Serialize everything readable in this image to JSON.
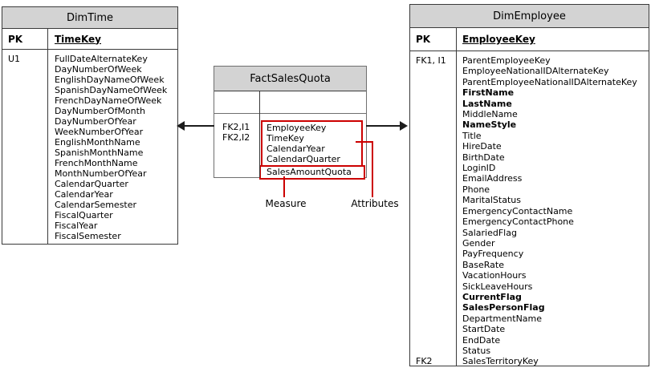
{
  "colors": {
    "header_bg": "#d3d3d3",
    "highlight_red": "#cc0000",
    "table_border": "#3a3a3a",
    "arrow": "#1c1c1c"
  },
  "tables": {
    "dimTime": {
      "title": "DimTime",
      "pk_label": "PK",
      "pk_field": "TimeKey",
      "rows": [
        {
          "k": "U1",
          "name": "FullDateAlternateKey"
        },
        {
          "k": "",
          "name": "DayNumberOfWeek"
        },
        {
          "k": "",
          "name": "EnglishDayNameOfWeek"
        },
        {
          "k": "",
          "name": "SpanishDayNameOfWeek"
        },
        {
          "k": "",
          "name": "FrenchDayNameOfWeek"
        },
        {
          "k": "",
          "name": "DayNumberOfMonth"
        },
        {
          "k": "",
          "name": "DayNumberOfYear"
        },
        {
          "k": "",
          "name": "WeekNumberOfYear"
        },
        {
          "k": "",
          "name": "EnglishMonthName"
        },
        {
          "k": "",
          "name": "SpanishMonthName"
        },
        {
          "k": "",
          "name": "FrenchMonthName"
        },
        {
          "k": "",
          "name": "MonthNumberOfYear"
        },
        {
          "k": "",
          "name": "CalendarQuarter"
        },
        {
          "k": "",
          "name": "CalendarYear"
        },
        {
          "k": "",
          "name": "CalendarSemester"
        },
        {
          "k": "",
          "name": "FiscalQuarter"
        },
        {
          "k": "",
          "name": "FiscalYear"
        },
        {
          "k": "",
          "name": "FiscalSemester"
        }
      ]
    },
    "factSalesQuota": {
      "title": "FactSalesQuota",
      "key_labels": [
        "FK2,I1",
        "FK2,I2"
      ],
      "attribute_fields": [
        "EmployeeKey",
        "TimeKey",
        "CalendarYear",
        "CalendarQuarter"
      ],
      "measure_field": "SalesAmountQuota"
    },
    "dimEmployee": {
      "title": "DimEmployee",
      "pk_label": "PK",
      "pk_field": "EmployeeKey",
      "rows": [
        {
          "k": "FK1, I1",
          "name": "ParentEmployeeKey"
        },
        {
          "k": "",
          "name": "EmployeeNationalIDAlternateKey"
        },
        {
          "k": "",
          "name": "ParentEmployeeNationalIDAlternateKey"
        },
        {
          "k": "",
          "name": "FirstName",
          "bold": true
        },
        {
          "k": "",
          "name": "LastName",
          "bold": true
        },
        {
          "k": "",
          "name": "MiddleName"
        },
        {
          "k": "",
          "name": "NameStyle",
          "bold": true
        },
        {
          "k": "",
          "name": "Title"
        },
        {
          "k": "",
          "name": "HireDate"
        },
        {
          "k": "",
          "name": "BirthDate"
        },
        {
          "k": "",
          "name": "LoginID"
        },
        {
          "k": "",
          "name": "EmailAddress"
        },
        {
          "k": "",
          "name": "Phone"
        },
        {
          "k": "",
          "name": "MaritalStatus"
        },
        {
          "k": "",
          "name": "EmergencyContactName"
        },
        {
          "k": "",
          "name": "EmergencyContactPhone"
        },
        {
          "k": "",
          "name": "SalariedFlag"
        },
        {
          "k": "",
          "name": "Gender"
        },
        {
          "k": "",
          "name": "PayFrequency"
        },
        {
          "k": "",
          "name": "BaseRate"
        },
        {
          "k": "",
          "name": "VacationHours"
        },
        {
          "k": "",
          "name": "SickLeaveHours"
        },
        {
          "k": "",
          "name": "CurrentFlag",
          "bold": true
        },
        {
          "k": "",
          "name": "SalesPersonFlag",
          "bold": true
        },
        {
          "k": "",
          "name": "DepartmentName"
        },
        {
          "k": "",
          "name": "StartDate"
        },
        {
          "k": "",
          "name": "EndDate"
        },
        {
          "k": "",
          "name": "Status"
        },
        {
          "k": "FK2",
          "name": "SalesTerritoryKey"
        }
      ]
    }
  },
  "annotations": {
    "measure_label": "Measure",
    "attributes_label": "Attributes"
  }
}
